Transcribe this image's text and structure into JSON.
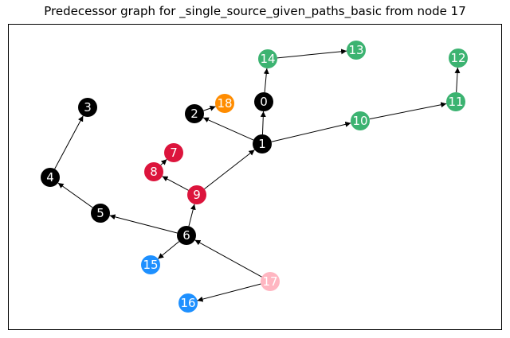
{
  "title": "Predecessor graph for _single_source_given_paths_basic from node 17",
  "palette": {
    "black": "#000000",
    "green": "#3cb371",
    "orange": "#ff8c00",
    "crimson": "#dc143c",
    "blue": "#1e90ff",
    "pink": "#ffb6c1"
  },
  "nodes": [
    {
      "id": "0",
      "color": "black"
    },
    {
      "id": "1",
      "color": "black"
    },
    {
      "id": "2",
      "color": "black"
    },
    {
      "id": "3",
      "color": "black"
    },
    {
      "id": "4",
      "color": "black"
    },
    {
      "id": "5",
      "color": "black"
    },
    {
      "id": "6",
      "color": "black"
    },
    {
      "id": "7",
      "color": "crimson"
    },
    {
      "id": "8",
      "color": "crimson"
    },
    {
      "id": "9",
      "color": "crimson"
    },
    {
      "id": "10",
      "color": "green"
    },
    {
      "id": "11",
      "color": "green"
    },
    {
      "id": "12",
      "color": "green"
    },
    {
      "id": "13",
      "color": "green"
    },
    {
      "id": "14",
      "color": "green"
    },
    {
      "id": "15",
      "color": "blue"
    },
    {
      "id": "16",
      "color": "blue"
    },
    {
      "id": "17",
      "color": "pink"
    },
    {
      "id": "18",
      "color": "orange"
    }
  ],
  "edges": [
    [
      "17",
      "6"
    ],
    [
      "17",
      "16"
    ],
    [
      "6",
      "15"
    ],
    [
      "6",
      "5"
    ],
    [
      "6",
      "9"
    ],
    [
      "5",
      "4"
    ],
    [
      "4",
      "3"
    ],
    [
      "9",
      "8"
    ],
    [
      "8",
      "7"
    ],
    [
      "9",
      "1"
    ],
    [
      "1",
      "2"
    ],
    [
      "2",
      "18"
    ],
    [
      "1",
      "0"
    ],
    [
      "0",
      "14"
    ],
    [
      "14",
      "13"
    ],
    [
      "1",
      "10"
    ],
    [
      "10",
      "11"
    ],
    [
      "11",
      "12"
    ]
  ]
}
